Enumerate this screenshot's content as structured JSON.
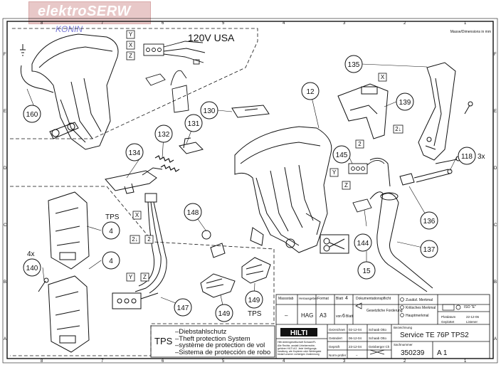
{
  "watermark": {
    "brand": "elektroSERW",
    "city": "KONIN"
  },
  "header": {
    "voltage_note": "120V USA",
    "corner_note": "Masse/Dimensions in mm"
  },
  "grid": {
    "columns": [
      "8",
      "7",
      "6",
      "5",
      "4",
      "3",
      "2",
      "1"
    ],
    "rows": [
      "F",
      "E",
      "D",
      "C",
      "B",
      "A"
    ]
  },
  "callouts": {
    "c12": "12",
    "c15": "15",
    "c135": "135",
    "c139": "139",
    "c130": "130",
    "c131": "131",
    "c132": "132",
    "c134": "134",
    "c160": "160",
    "c145": "145",
    "c118": "118",
    "c118_qty": "3x",
    "c136": "136",
    "c137": "137",
    "c144": "144",
    "c148": "148",
    "c147": "147",
    "c149a": "149",
    "c149b": "149",
    "c149_tps": "TPS",
    "c4a": "4",
    "c4b": "4",
    "c4_tps": "TPS",
    "c140": "140",
    "c140_qty": "4x"
  },
  "wire_tags": {
    "x_top": "X",
    "y_top": "Y",
    "z_top": "Z",
    "x_right": "X",
    "n2_right": "2",
    "n21_right": "2↓",
    "y_mid": "Y",
    "z_mid": "Z",
    "x_left": "X",
    "n21_left": "2↓",
    "n2_left": "2",
    "y_low": "Y",
    "z_low": "Z"
  },
  "legend": {
    "prefix": "TPS",
    "lines": [
      "–Diebstahlschutz",
      "–Theft protection System",
      "–système de protection de vol",
      "–Sistema de protección de robo"
    ]
  },
  "title_block": {
    "massstab_label": "Massstab",
    "herausgeber_label": "Herausgeber",
    "format_label": "Format",
    "blatt_label": "Blatt",
    "blatt_value": "4",
    "von_label": "von",
    "von_value": "6",
    "blatt_suffix": "Blatt",
    "massstab_value": "–",
    "herausgeber_value": "HAG",
    "format_value": "A3",
    "dokument_label": "Dokumentationspflicht",
    "gesetz_label": "Gesetzliche Forderung",
    "zusatz_label": "Zusätzl. Merkmal",
    "kritisch_label": "Kritisches Merkmal",
    "haupt_label": "Hauptmerkmal",
    "iso_label": "ISO \"E\"",
    "plotdatum_label": "Plotdatum",
    "plotdatum_value": "22-12-06",
    "geplottet_label": "Geplottet",
    "geplottet_value": "Listener",
    "brand": "HILTI",
    "company_line": "Hilti Aktiengesellschaft Schaan/FL",
    "rights_lines": [
      "Alle Rechte, anstatt Urheberrechte,",
      "gehören HILTI AG. Jede Verfügungs-",
      "handlung, wie Kopieren oder Weitergabe",
      "bedarf unserer vorherigen Zustimmung"
    ],
    "rows": [
      {
        "label": "Gezeichnet",
        "date": "02-12-04",
        "name": "Schaab Otto"
      },
      {
        "label": "Geändert",
        "date": "06-12-04",
        "name": "Schaab Otto"
      },
      {
        "label": "Geprüft",
        "date": "23-12-04",
        "name": "Geisberger Ch"
      },
      {
        "label": "Norm-prüfer",
        "date": "–",
        "name": ""
      }
    ],
    "bezeichnung_label": "Bezeichnung",
    "bezeichnung_value": "Service TE 76P TPS2",
    "sachnummer_label": "Sachnummer",
    "sachnummer_value": "350239",
    "index_value": "A 1"
  }
}
